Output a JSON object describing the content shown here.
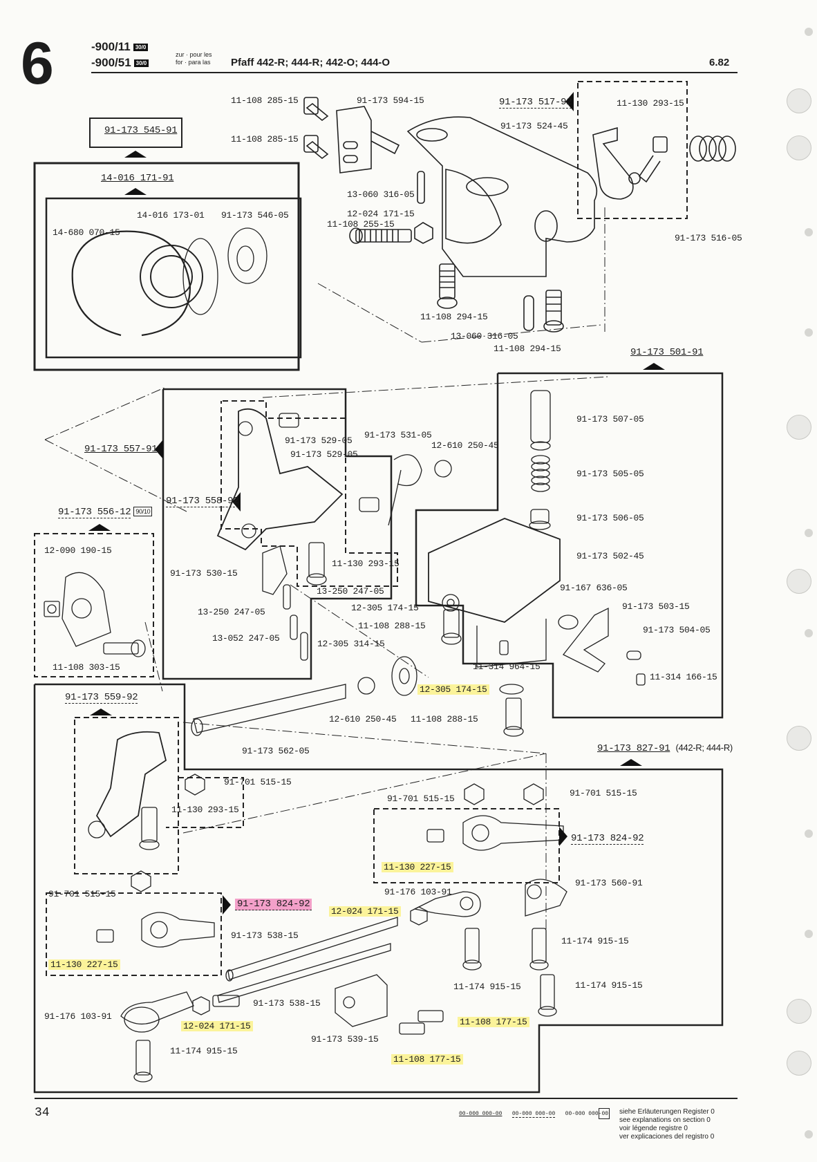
{
  "header": {
    "section_number": "6",
    "model_line1": "-900/11",
    "model_line2": "-900/51",
    "model_badge": "30/0",
    "zur_line1": "zur · pour les",
    "zur_line2": "for · para las",
    "machines": "Pfaff 442-R; 444-R; 442-O; 444-O",
    "date": "6.82"
  },
  "boxes": {
    "b1": "91-173 545-91",
    "b2": "14-016 171-91",
    "b3": "91-173 557-91",
    "b4": "91-173 556-12",
    "b4_badge": "90/10",
    "b5": "91-173 559-92",
    "b6": "91-173 501-91",
    "b7": "91-173 827-91",
    "b7_note": "(442-R; 444-R)",
    "b8": "91-173 558-92",
    "b9": "91-173 517-92",
    "b10": "91-173 824-92",
    "b11": "91-173 824-92"
  },
  "labels": {
    "l1": "11-108 285-15",
    "l2": "11-108 285-15",
    "l3": "91-173 594-15",
    "l4": "91-173 524-45",
    "l5": "11-130 293-15",
    "l6": "91-173 516-05",
    "l7": "13-060 316-05",
    "l8": "12-024 171-15",
    "l9": "11-108 255-15",
    "l10": "11-108 294-15",
    "l11": "13-060 316-05",
    "l12": "11-108 294-15",
    "l13": "14-016 173-01",
    "l14": "14-680 070-15",
    "l15": "91-173 546-05",
    "l16": "91-173 529-05",
    "l17": "91-173 529-05",
    "l18": "91-173 531-05",
    "l19": "12-610 250-45",
    "l20": "91-173 507-05",
    "l21": "91-173 505-05",
    "l22": "91-173 506-05",
    "l23": "91-173 502-45",
    "l24": "91-167 636-05",
    "l25": "91-173 503-15",
    "l26": "91-173 504-05",
    "l27": "11-314 166-15",
    "l28": "11-314 964-15",
    "l29": "12-090 190-15",
    "l30": "11-108 303-15",
    "l31": "91-173 530-15",
    "l32": "11-130 293-15",
    "l33": "13-250 247-05",
    "l34": "13-250 247-05",
    "l35": "13-052 247-05",
    "l36": "12-305 174-15",
    "l37": "11-108 288-15",
    "l38": "12-305 314-15",
    "l39": "12-305 174-15",
    "l40": "12-610 250-45",
    "l41": "11-108 288-15",
    "l42": "91-173 562-05",
    "l43": "91-701 515-15",
    "l44": "11-130 293-15",
    "l45": "91-701 515-15",
    "l46": "91-701 515-15",
    "l47": "11-130 227-15",
    "l48": "91-173 560-91",
    "l49": "91-176 103-91",
    "l50": "12-024 171-15",
    "l51": "91-701 515-15",
    "l52": "91-173 538-15",
    "l53": "11-130 227-15",
    "l54": "11-174 915-15",
    "l55": "11-174 915-15",
    "l56": "11-174 915-15",
    "l57": "91-176 103-91",
    "l58": "12-024 171-15",
    "l59": "91-173 538-15",
    "l60": "91-173 539-15",
    "l61": "11-108 177-15",
    "l62": "11-108 177-15",
    "l63": "11-174 915-15"
  },
  "footer": {
    "page_number": "34",
    "legend_codes": [
      "00-000 000-00",
      "00-000 000-00",
      "00-000 000-00"
    ],
    "legend_lines": [
      "siehe Erläuterungen Register 0",
      "see explanations on section 0",
      "voir légende registre 0",
      "ver explicaciones del registro 0"
    ]
  },
  "colors": {
    "highlight": "#fbf39a",
    "highlight_pink": "#f3a0c9",
    "ink": "#1d1d1d"
  }
}
